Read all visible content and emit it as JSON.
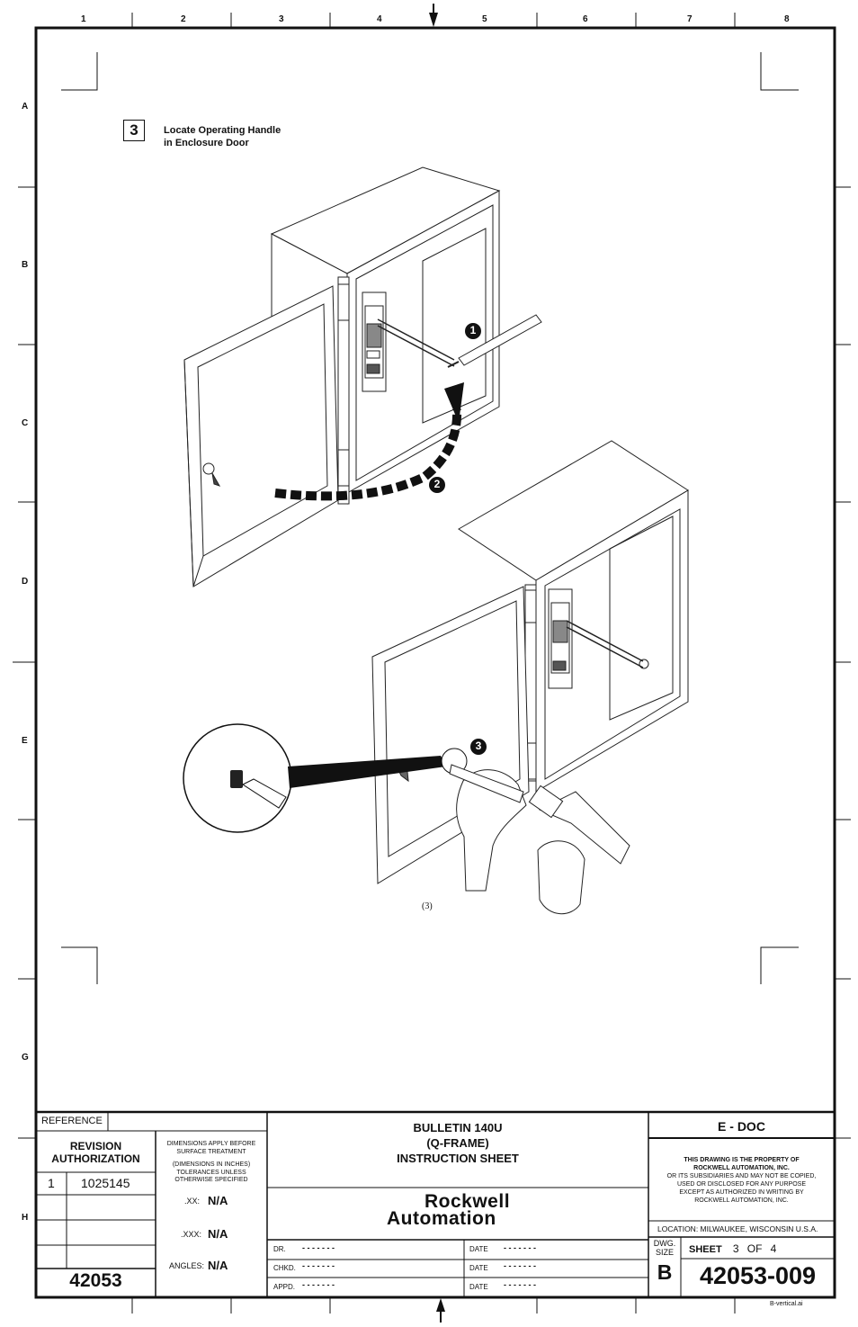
{
  "zones": {
    "columns": [
      "1",
      "2",
      "3",
      "4",
      "5",
      "6",
      "7",
      "8"
    ],
    "rows": [
      "A",
      "B",
      "C",
      "D",
      "E",
      "G",
      "H"
    ]
  },
  "step": {
    "number": "3",
    "title_line1": "Locate Operating Handle",
    "title_line2": "in Enclosure Door"
  },
  "callouts": {
    "c1": "1",
    "c2": "2",
    "c3": "3"
  },
  "figure_label": "(3)",
  "title_block": {
    "reference_label": "REFERENCE",
    "revision_authorization": "REVISION AUTHORIZATION",
    "revision_number": "1",
    "revision_value": "1025145",
    "part_number": "42053",
    "dims_line1": "DIMENSIONS APPLY BEFORE",
    "dims_line2": "SURFACE TREATMENT",
    "dims_line3": "(DIMENSIONS IN INCHES)",
    "dims_line4": "TOLERANCES UNLESS",
    "dims_line5": "OTHERWISE SPECIFIED",
    "tol_xx_label": ".XX:",
    "tol_xx_value": "N/A",
    "tol_xxx_label": ".XXX:",
    "tol_xxx_value": "N/A",
    "tol_angles_label": "ANGLES:",
    "tol_angles_value": "N/A",
    "title_line1": "BULLETIN 140U",
    "title_line2": "(Q-FRAME)",
    "title_line3": "INSTRUCTION SHEET",
    "brand_line1": "Rockwell",
    "brand_line2": "Automation",
    "dr_label": "DR.",
    "chkd_label": "CHKD.",
    "appd_label": "APPD.",
    "date_label": "DATE",
    "dashes": "- - - - - - -",
    "edoc": "E - DOC",
    "property_line1": "THIS DRAWING IS THE PROPERTY OF",
    "property_line2": "ROCKWELL AUTOMATION, INC.",
    "property_line3": "OR ITS SUBSIDIARIES AND MAY NOT BE COPIED,",
    "property_line4": "USED OR DISCLOSED FOR ANY PURPOSE",
    "property_line5": "EXCEPT AS AUTHORIZED IN WRITING BY",
    "property_line6": "ROCKWELL AUTOMATION, INC.",
    "location": "LOCATION:  MILWAUKEE,  WISCONSIN  U.S.A.",
    "dwg_label": "DWG.",
    "size_label": "SIZE",
    "size_value": "B",
    "sheet_label": "SHEET",
    "sheet_num": "3",
    "of_label": "OF",
    "sheet_total": "4",
    "drawing_number": "42053-009",
    "file_name": "B-vertical.ai"
  }
}
